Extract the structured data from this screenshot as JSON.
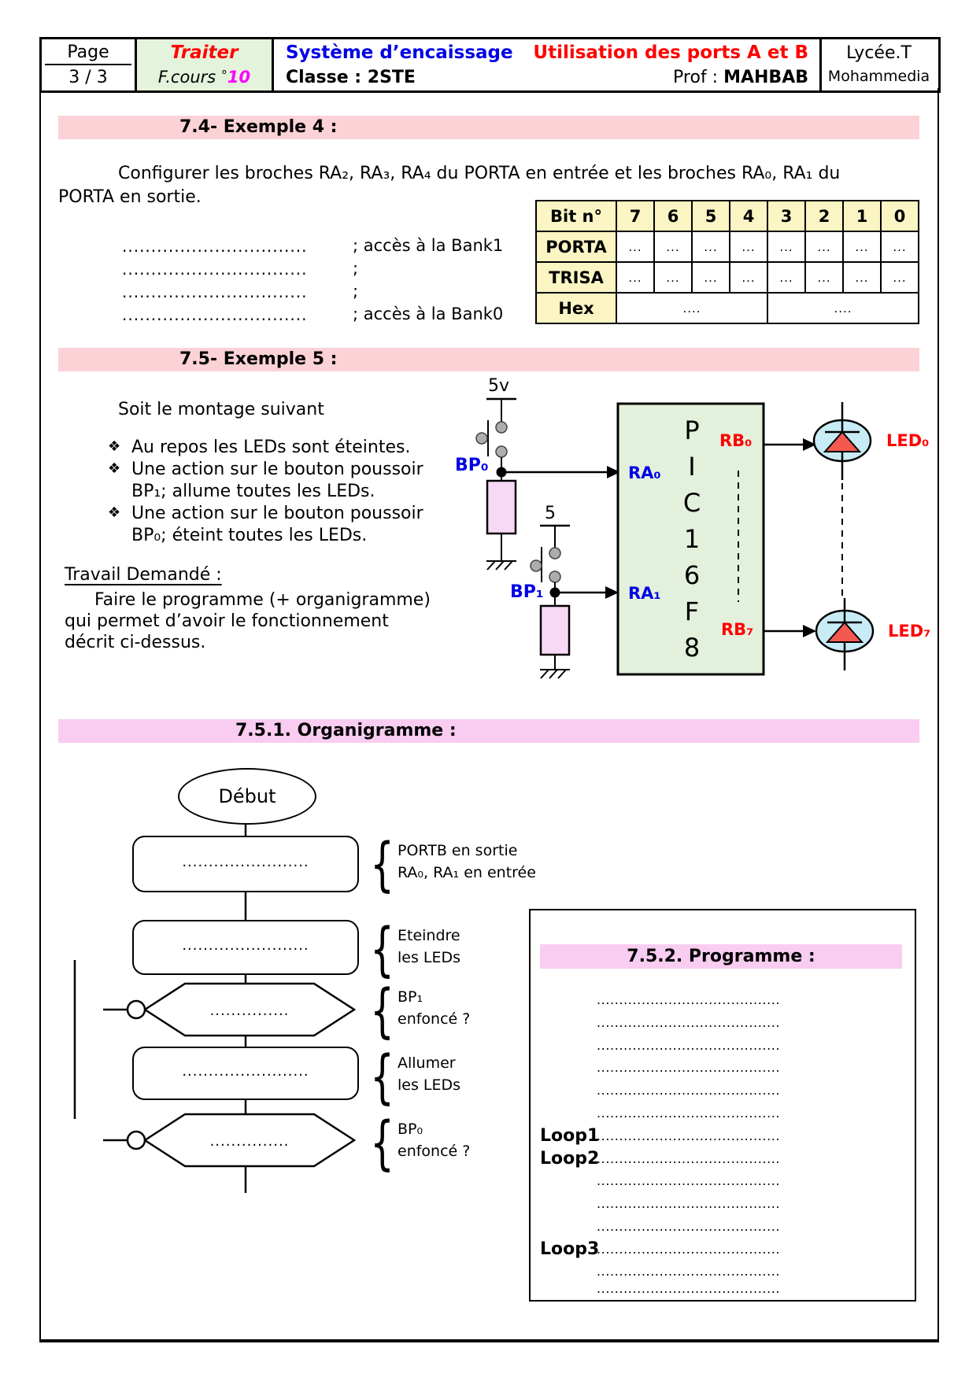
{
  "colors": {
    "band_salmon": "#FBD2D6",
    "band_magenta": "#F8CDF1",
    "table_yellow": "#FAF5C3",
    "header_green": "#E4F3DC",
    "chip_green": "#E3F1DC",
    "resistor_pink": "#F8D9F5",
    "led_body_blue": "#C7ECF6",
    "led_triangle_red": "#F4594F",
    "text_blue": "#0000E6",
    "text_red": "#FF0000",
    "text_magenta": "#FF00FF"
  },
  "header": {
    "page_label": "Page",
    "page_value": "3 / 3",
    "activity": "Traiter",
    "course_prefix": "F.cours",
    "course_degree": "°",
    "course_number": "10",
    "subject": "Système d’encaissage",
    "class_line": "Classe : 2STE",
    "topic": "Utilisation des ports A et B",
    "prof_label": "Prof : ",
    "prof_name": "MAHBAB",
    "school_line1": "Lycée.T",
    "school_line2": "Mohammedia"
  },
  "section_7_4": {
    "title": "7.4- Exemple 4 :",
    "paragraph_line1": "Configurer les broches RA₂, RA₃, RA₄ du PORTA en entrée et les broches RA₀, RA₁ du",
    "paragraph_line2": "PORTA en sortie.",
    "answer_lines": [
      {
        "dots": "................................",
        "comment": "; accès à la Bank1"
      },
      {
        "dots": "................................",
        "comment": ";"
      },
      {
        "dots": "................................",
        "comment": ";"
      },
      {
        "dots": "................................",
        "comment": "; accès à la Bank0"
      }
    ],
    "table": {
      "header": [
        "Bit n°",
        "7",
        "6",
        "5",
        "4",
        "3",
        "2",
        "1",
        "0"
      ],
      "rows": [
        {
          "label": "PORTA",
          "cells": [
            "...",
            "...",
            "...",
            "...",
            "...",
            "...",
            "...",
            "..."
          ]
        },
        {
          "label": "TRISA",
          "cells": [
            "...",
            "...",
            "...",
            "...",
            "...",
            "...",
            "...",
            "..."
          ]
        }
      ],
      "hex_label": "Hex",
      "hex_cells": [
        "....",
        "...."
      ]
    }
  },
  "section_7_5": {
    "title": "7.5- Exemple 5 :",
    "intro": "Soit le montage suivant",
    "bullet_icon": "❖",
    "bullets": [
      {
        "line1": "Au repos les LEDs sont éteintes.",
        "line2": ""
      },
      {
        "line1": "Une action sur le bouton poussoir",
        "line2": "BP₁; allume toutes les LEDs."
      },
      {
        "line1": "Une action sur le bouton poussoir",
        "line2": "BP₀; éteint toutes les LEDs."
      }
    ],
    "travail_title": "Travail Demandé :",
    "travail_line1": "Faire le programme (+ organigramme)",
    "travail_line2": "qui permet d’avoir le fonctionnement",
    "travail_line3": "décrit ci-dessus."
  },
  "circuit": {
    "supply0": "5v",
    "supply1": "5",
    "bp0": "BP₀",
    "bp1": "BP₁",
    "ra0": "RA₀",
    "ra1": "RA₁",
    "rb0": "RB₀",
    "rb7": "RB₇",
    "led0": "LED₀",
    "led7": "LED₇",
    "chip_l1": "P",
    "chip_l2": "I",
    "chip_l3": "C",
    "chip_l4": "1",
    "chip_l5": "6",
    "chip_l6": "F",
    "chip_l7": "8"
  },
  "section_7_5_1": {
    "title": "7.5.1. Organigramme :",
    "start": "Début",
    "box_dots": "........................",
    "hex_dots": "...............",
    "brace": "{",
    "annotations": [
      {
        "line1": "PORTB en sortie",
        "line2": "RA₀, RA₁ en entrée"
      },
      {
        "line1": "Eteindre",
        "line2": "les LEDs"
      },
      {
        "line1": "BP₁",
        "line2": "enfoncé ?"
      },
      {
        "line1": "Allumer",
        "line2": "les LEDs"
      },
      {
        "line1": "BP₀",
        "line2": "enfoncé ?"
      }
    ]
  },
  "section_7_5_2": {
    "title": "7.5.2. Programme :",
    "dots": ".........................................",
    "rows": [
      {
        "label": ""
      },
      {
        "label": ""
      },
      {
        "label": ""
      },
      {
        "label": ""
      },
      {
        "label": ""
      },
      {
        "label": ""
      },
      {
        "label": "Loop1"
      },
      {
        "label": "Loop2"
      },
      {
        "label": ""
      },
      {
        "label": ""
      },
      {
        "label": ""
      },
      {
        "label": "Loop3"
      },
      {
        "label": ""
      },
      {
        "label": ""
      }
    ]
  }
}
